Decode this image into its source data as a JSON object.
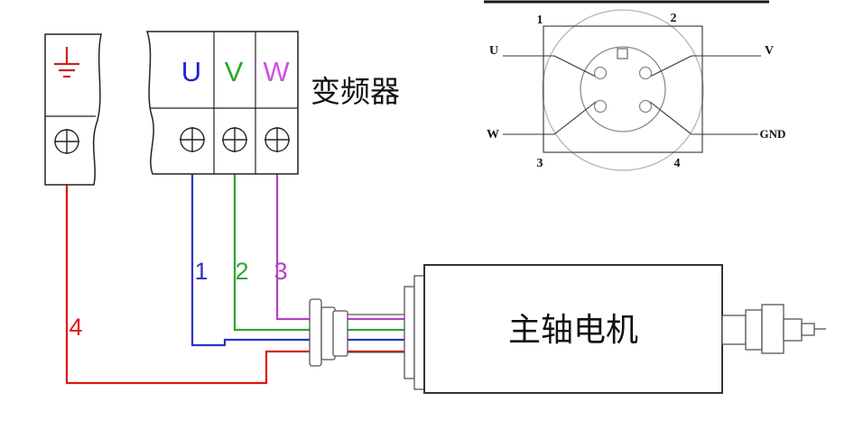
{
  "diagram": {
    "inverter_label": "变频器",
    "motor_label": "主轴电机"
  },
  "terminals": [
    {
      "letter": "U",
      "color": "#2323cf"
    },
    {
      "letter": "V",
      "color": "#27ab27"
    },
    {
      "letter": "W",
      "color": "#cf52e0"
    }
  ],
  "wires": [
    {
      "number": "1",
      "from": "U",
      "color": "#2736c2"
    },
    {
      "number": "2",
      "from": "V",
      "color": "#2fa52f"
    },
    {
      "number": "3",
      "from": "W",
      "color": "#b43fc8"
    },
    {
      "number": "4",
      "from": "ground",
      "color": "#e01414"
    }
  ],
  "ground": {
    "symbol": "earth-ground",
    "color": "#cc2222"
  },
  "pinout": {
    "pins": [
      {
        "number": "1",
        "signal": "U"
      },
      {
        "number": "2",
        "signal": "V"
      },
      {
        "number": "3",
        "signal": "W"
      },
      {
        "number": "4",
        "signal": "GND"
      }
    ]
  }
}
